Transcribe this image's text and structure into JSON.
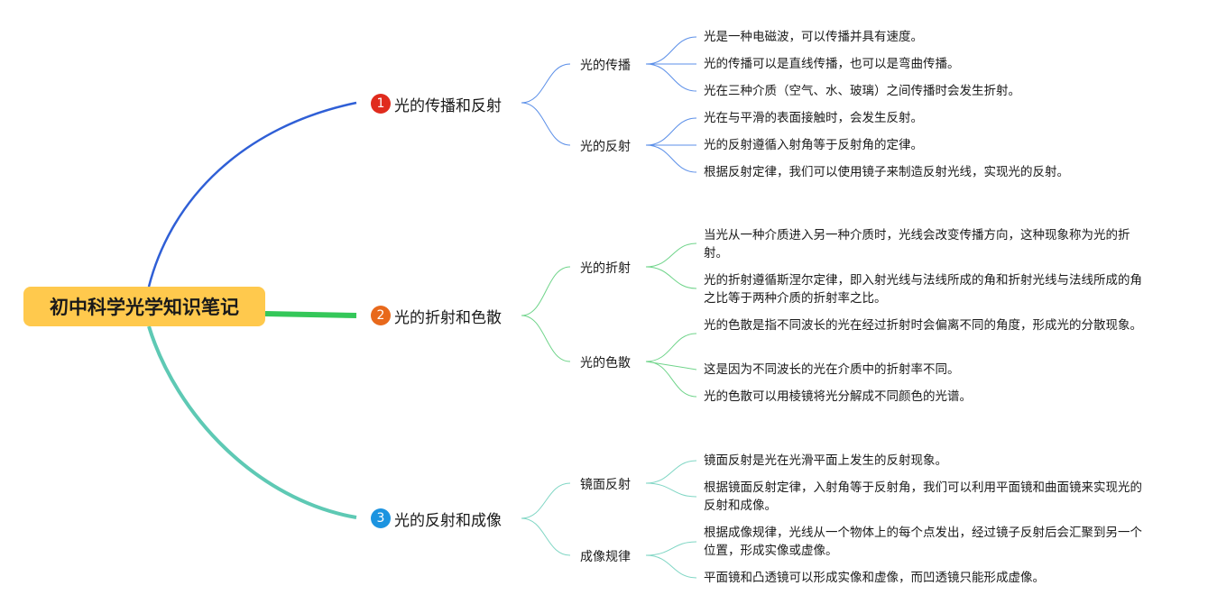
{
  "root": {
    "title": "初中科学光学知识笔记",
    "color": "#ffc94d"
  },
  "branches": [
    {
      "num": "1",
      "title": "光的传播和反射",
      "badge_color": "#e02b1d",
      "line_color": "#2f5fd6",
      "subs": [
        {
          "label": "光的传播",
          "leaves": [
            "光是一种电磁波，可以传播并具有速度。",
            "光的传播可以是直线传播，也可以是弯曲传播。",
            "光在三种介质（空气、水、玻璃）之间传播时会发生折射。"
          ]
        },
        {
          "label": "光的反射",
          "leaves": [
            "光在与平滑的表面接触时，会发生反射。",
            "光的反射遵循入射角等于反射角的定律。",
            "根据反射定律，我们可以使用镜子来制造反射光线，实现光的反射。"
          ]
        }
      ]
    },
    {
      "num": "2",
      "title": "光的折射和色散",
      "badge_color": "#e8691c",
      "line_color": "#34c759",
      "subs": [
        {
          "label": "光的折射",
          "leaves": [
            "当光从一种介质进入另一种介质时，光线会改变传播方向，这种现象称为光的折射。",
            "光的折射遵循斯涅尔定律，即入射光线与法线所成的角和折射光线与法线所成的角之比等于两种介质的折射率之比。"
          ]
        },
        {
          "label": "光的色散",
          "leaves": [
            "光的色散是指不同波长的光在经过折射时会偏离不同的角度，形成光的分散现象。",
            "这是因为不同波长的光在介质中的折射率不同。",
            "光的色散可以用棱镜将光分解成不同颜色的光谱。"
          ]
        }
      ]
    },
    {
      "num": "3",
      "title": "光的反射和成像",
      "badge_color": "#1c94e0",
      "line_color": "#5ec9b4",
      "subs": [
        {
          "label": "镜面反射",
          "leaves": [
            "镜面反射是光在光滑平面上发生的反射现象。",
            "根据镜面反射定律，入射角等于反射角，我们可以利用平面镜和曲面镜来实现光的反射和成像。"
          ]
        },
        {
          "label": "成像规律",
          "leaves": [
            "根据成像规律，光线从一个物体上的每个点发出，经过镜子反射后会汇聚到另一个位置，形成实像或虚像。",
            "平面镜和凸透镜可以形成实像和虚像，而凹透镜只能形成虚像。"
          ]
        }
      ]
    }
  ]
}
